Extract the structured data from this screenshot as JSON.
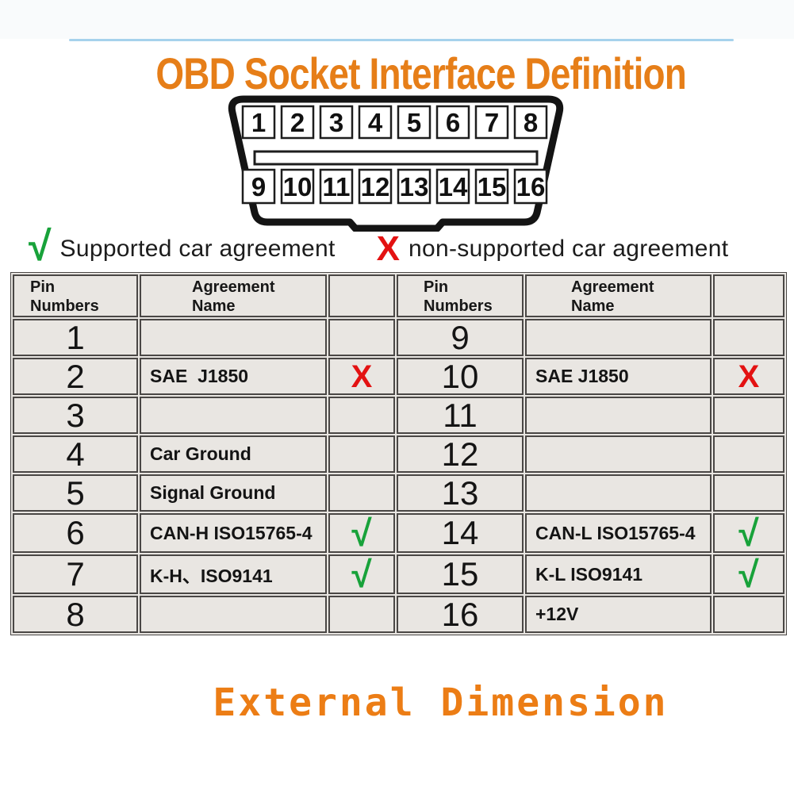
{
  "title": {
    "text": "OBD Socket Interface Definition",
    "color": "#e67e18"
  },
  "top_rule_color": "#a6d2ec",
  "connector": {
    "pins": [
      "1",
      "2",
      "3",
      "4",
      "5",
      "6",
      "7",
      "8",
      "9",
      "10",
      "11",
      "12",
      "13",
      "14",
      "15",
      "16"
    ]
  },
  "legend": {
    "supported": {
      "symbol": "√",
      "label": "Supported car agreement",
      "color": "#18a23a"
    },
    "unsupported": {
      "symbol": "X",
      "label": "non-supported car agreement",
      "color": "#e31212"
    }
  },
  "table": {
    "headers": {
      "pin_line1": "Pin",
      "pin_line2": "Numbers",
      "agreement_line1": "Agreement",
      "agreement_line2": "Name"
    },
    "left_rows": [
      {
        "pin": "1",
        "name": "",
        "status": ""
      },
      {
        "pin": "2",
        "name": "SAE  J1850",
        "status": "X"
      },
      {
        "pin": "3",
        "name": "",
        "status": ""
      },
      {
        "pin": "4",
        "name": "Car Ground",
        "status": ""
      },
      {
        "pin": "5",
        "name": "Signal Ground",
        "status": ""
      },
      {
        "pin": "6",
        "name": "CAN-H ISO15765-4",
        "status": "√"
      },
      {
        "pin": "7",
        "name": "K-H、ISO9141",
        "status": "√"
      },
      {
        "pin": "8",
        "name": "",
        "status": ""
      }
    ],
    "right_rows": [
      {
        "pin": "9",
        "name": "",
        "status": ""
      },
      {
        "pin": "10",
        "name": "SAE J1850",
        "status": "X"
      },
      {
        "pin": "11",
        "name": "",
        "status": ""
      },
      {
        "pin": "12",
        "name": "",
        "status": ""
      },
      {
        "pin": "13",
        "name": "",
        "status": ""
      },
      {
        "pin": "14",
        "name": "CAN-L ISO15765-4",
        "status": "√"
      },
      {
        "pin": "15",
        "name": "K-L ISO9141",
        "status": "√"
      },
      {
        "pin": "16",
        "name": "+12V",
        "status": ""
      }
    ]
  },
  "footer": {
    "text": "External Dimension",
    "color": "#ec7d15"
  }
}
